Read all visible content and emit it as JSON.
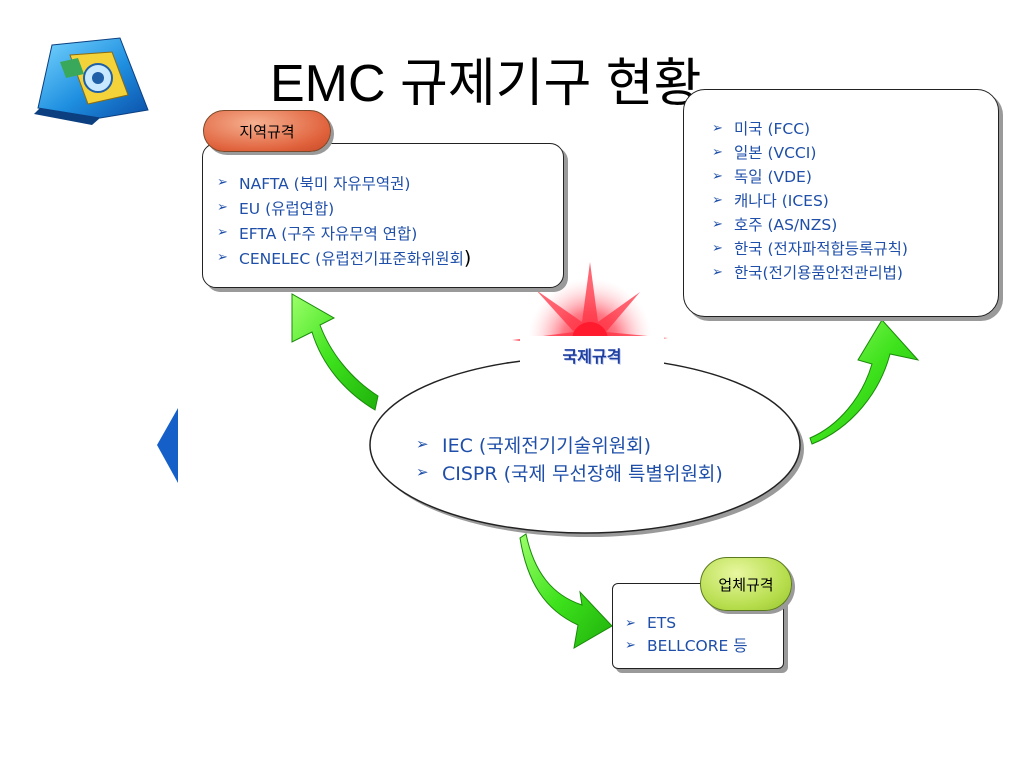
{
  "title": "EMC 규제기구 현황",
  "regional": {
    "tag": "지역규격",
    "items": [
      "NAFTA (북미 자유무역권)",
      "EU (유럽연합)",
      "EFTA (구주 자유무역 연합)",
      "CENELEC (유럽전기표준화위원회"
    ],
    "closing": ")"
  },
  "national": {
    "items": [
      "미국 (FCC)",
      "일본 (VCCI)",
      "독일 (VDE)",
      "캐나다 (ICES)",
      "호주 (AS/NZS)",
      "한국 (전자파적합등록규칙)",
      "한국(전기용품안전관리법)"
    ]
  },
  "international": {
    "label": "국제규격",
    "items": [
      "IEC (국제전기기술위원회)",
      "CISPR (국제 무선장해 특별위원회)"
    ]
  },
  "industry": {
    "tag": "업체규격",
    "items": [
      "ETS",
      "BELLCORE 등"
    ]
  },
  "colors": {
    "text_blue": "#1f4fa8",
    "arrow_green": "#3ee21c",
    "pill_orange": "#e0623c",
    "pill_green": "#b6dd4c",
    "burst_red": "#ff2a3a",
    "nav_blue": "#1560c8"
  },
  "icons": {
    "logo": "abstract-3d-logo-icon",
    "bullet": "arrowhead-bullet-icon",
    "nav": "left-triangle-icon"
  }
}
